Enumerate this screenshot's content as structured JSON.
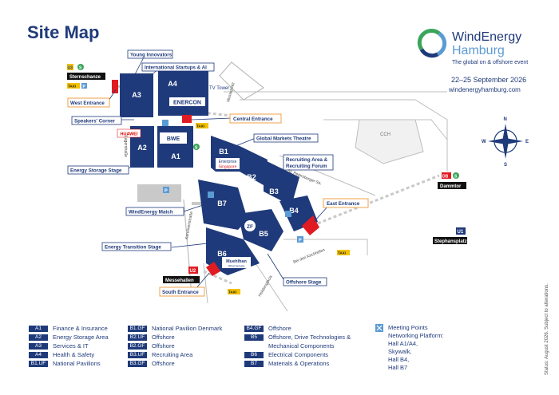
{
  "title": "Site Map",
  "brand": {
    "name_line1": "WindEnergy",
    "name_line2": "Hamburg",
    "tagline": "The global on & offshore event",
    "dates": "22–25 September 2026",
    "url": "windenergyhamburg.com"
  },
  "colors": {
    "hall": "#1f3a7a",
    "callout_orange": "#f0a048",
    "entrance_red": "#e11b22",
    "road_gray": "#bdbdbd",
    "path_gray": "#c9c9c9",
    "accent_blue": "#5b9bd5",
    "accent_green": "#3aa55a"
  },
  "halls": {
    "a3": "A3",
    "a4": "A4",
    "a2": "A2",
    "a1": "A1",
    "b1": "B1",
    "b2": "B2",
    "b3": "B3",
    "b4": "B4",
    "b5": "B5",
    "b6": "B6",
    "b7": "B7"
  },
  "hall_signs": {
    "enercon": "ENERCON",
    "bwe": "BWE",
    "huawei": "HUAWEI",
    "enterprise": "Enterprise",
    "singapore": "Singapore",
    "muehlhan": "Muehlhan",
    "muehlhan_sub": "Wind Service",
    "zf": "ZF"
  },
  "callouts": {
    "young_innovators": "Young Innovators",
    "startups": "International Startups & AI",
    "west_entrance": "West Entrance",
    "speakers_corner": "Speakers' Corner",
    "energy_storage_stage": "Energy Storage Stage",
    "central_entrance": "Central Entrance",
    "global_markets_theatre": "Global Markets Theatre",
    "recruiting_area_1": "Recruiting Area &",
    "recruiting_area_2": "Recruiting Forum",
    "east_entrance": "East Entrance",
    "windenergy_match": "WindEnergy Match",
    "energy_transition_stage": "Energy Transition Stage",
    "offshore_stage": "Offshore Stage",
    "south_entrance": "South Entrance"
  },
  "places": {
    "sternschanze": "Sternschanze",
    "messehallen": "Messehallen",
    "dammtor": "Dammtor",
    "stephansplatz": "Stephansplatz",
    "tv_tower": "TV Tower",
    "cch": "CCH"
  },
  "streets": {
    "messeplatz": "Messeplatz",
    "lagerstr": "Lagerstraße",
    "karolinenstr": "Karolinenstraße",
    "st_petersburger": "St. Petersburger Str.",
    "bei_den_kirchhoefen": "Bei den Kirchhöfen",
    "holstenglacis": "Holstenglacis"
  },
  "transit_badges": {
    "u3": "U3",
    "u2": "U2",
    "u1": "U1",
    "db": "DB",
    "s": "S",
    "taxi": "TAXI",
    "parking": "P"
  },
  "compass": {
    "n": "N",
    "s": "S",
    "e": "E",
    "w": "W"
  },
  "legend": [
    {
      "code": "A1",
      "label": "Finance & Insurance"
    },
    {
      "code": "A2",
      "label": "Energy Storage Area"
    },
    {
      "code": "A3",
      "label": "Services & IT"
    },
    {
      "code": "A4",
      "label": "Health & Safety"
    },
    {
      "code": "B1.UF",
      "label": "National Pavilions"
    },
    {
      "code": "B1.GF",
      "label": "National Pavilion Denmark"
    },
    {
      "code": "B2.UF",
      "label": "Offshore"
    },
    {
      "code": "B2.GF",
      "label": "Offshore"
    },
    {
      "code": "B3.UF",
      "label": "Recruiting Area"
    },
    {
      "code": "B3.GF",
      "label": "Offshore"
    },
    {
      "code": "B4.GF",
      "label": "Offshore"
    },
    {
      "code": "B5",
      "label": "Offshore, Drive Technologies &",
      "label2": "Mechanical Components"
    },
    {
      "code": "B6",
      "label": "Electrical Components"
    },
    {
      "code": "B7",
      "label": "Materials & Operations"
    }
  ],
  "meeting_points": {
    "title": "Meeting Points",
    "line1": "Networking Platform:",
    "line2": "Hall A1/A4,",
    "line3": "Skywalk,",
    "line4": "Hall B4,",
    "line5": "Hall B7"
  },
  "status": "Status: August 2026. Subject to alterations."
}
